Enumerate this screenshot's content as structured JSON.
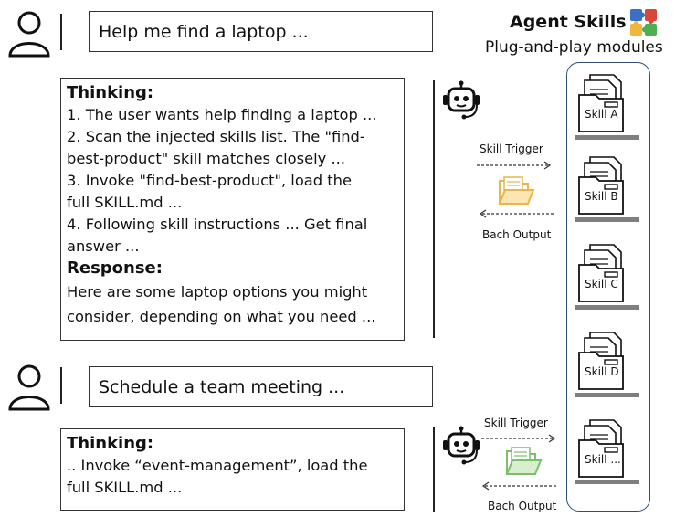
{
  "header": {
    "title": "Agent Skills",
    "subtitle": "Plug-and-play modules"
  },
  "conversation1": {
    "query": "Help me find a laptop ...",
    "thinking_title": "Thinking:",
    "thinking_lines": [
      "1. The user wants help finding a laptop ...",
      "2. Scan the injected skills list. The \"find-",
      "best-product\" skill matches closely ...",
      "3. Invoke \"find-best-product\", load the",
      "full SKILL.md ...",
      "4. Following skill instructions ... Get final",
      "answer ..."
    ],
    "response_title": "Response:",
    "response_lines": [
      "Here are some laptop options you might",
      "consider, depending on what you need ..."
    ],
    "trigger_label": "Skill Trigger",
    "output_label": "Bach Output"
  },
  "conversation2": {
    "query": "Schedule a team meeting ...",
    "thinking_title": "Thinking:",
    "thinking_lines": [
      ".. Invoke “event-management”, load the",
      "full SKILL.md ..."
    ],
    "trigger_label": "Skill Trigger",
    "output_label": "Bach Output"
  },
  "skills": [
    "Skill A",
    "Skill B",
    "Skill C",
    "Skill D",
    "Skill ..."
  ],
  "colors": {
    "panel_border": "#2f4f78",
    "folder_yellow": "#e8b64a",
    "folder_green": "#7bbf6a",
    "puzzle_blue": "#3a6fc4",
    "puzzle_red": "#d9453b",
    "puzzle_yellow": "#f0b73a",
    "puzzle_green": "#4caf50"
  },
  "icons": {
    "user": "user-icon",
    "robot": "robot-headset-icon",
    "folder": "open-folder-icon",
    "skill": "filing-cabinet-icon",
    "puzzle": "puzzle-pieces-icon"
  }
}
